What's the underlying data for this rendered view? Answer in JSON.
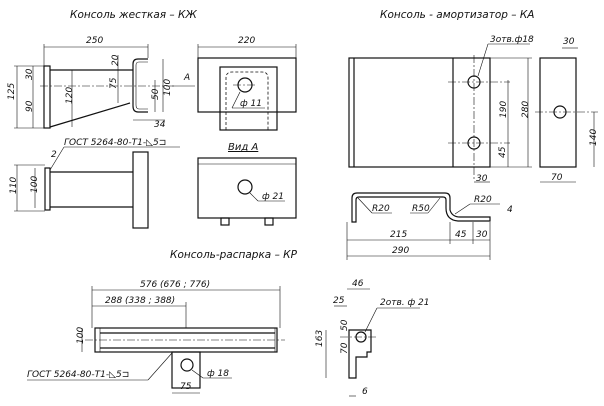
{
  "kzh": {
    "title": "Консоль  жесткая – КЖ",
    "dims": {
      "d250": "250",
      "d30": "30",
      "d125": "125",
      "d90": "90",
      "d120": "120",
      "d75": "75",
      "d20": "20",
      "d50": "50",
      "d100": "100",
      "d34": "34",
      "view_arrow": "A",
      "d110": "110",
      "d100b": "100",
      "d2": "2",
      "d220": "220",
      "hole11": "ф 11",
      "hole21": "ф 21"
    },
    "weld_note": "ГОСТ 5264-80-Т1-◺5⊐",
    "view_label": "Вид А"
  },
  "ka": {
    "title": "Консоль - амортизатор – КА",
    "dims": {
      "holes": "3отв.ф18",
      "d190": "190",
      "d280": "280",
      "d45": "45",
      "d30": "30",
      "d30s": "30",
      "d140": "140",
      "d70": "70",
      "r20a": "R20",
      "r50": "R50",
      "r20b": "R20",
      "d4": "4",
      "d215": "215",
      "d45b": "45",
      "d30b": "30",
      "d290": "290"
    }
  },
  "kr": {
    "title": "Консоль-распарка – КР",
    "dims": {
      "d576": "576 (676 ; 776)",
      "d288": "288 (338 ; 388)",
      "d100": "100",
      "hole18": "ф 18",
      "d75": "75",
      "d46": "46",
      "d25": "25",
      "holes21": "2отв. ф 21",
      "d50": "50",
      "d163": "163",
      "d70": "70",
      "d6": "6"
    },
    "weld_note": "ГОСТ 5264-80-Т1-◺5⊐"
  }
}
